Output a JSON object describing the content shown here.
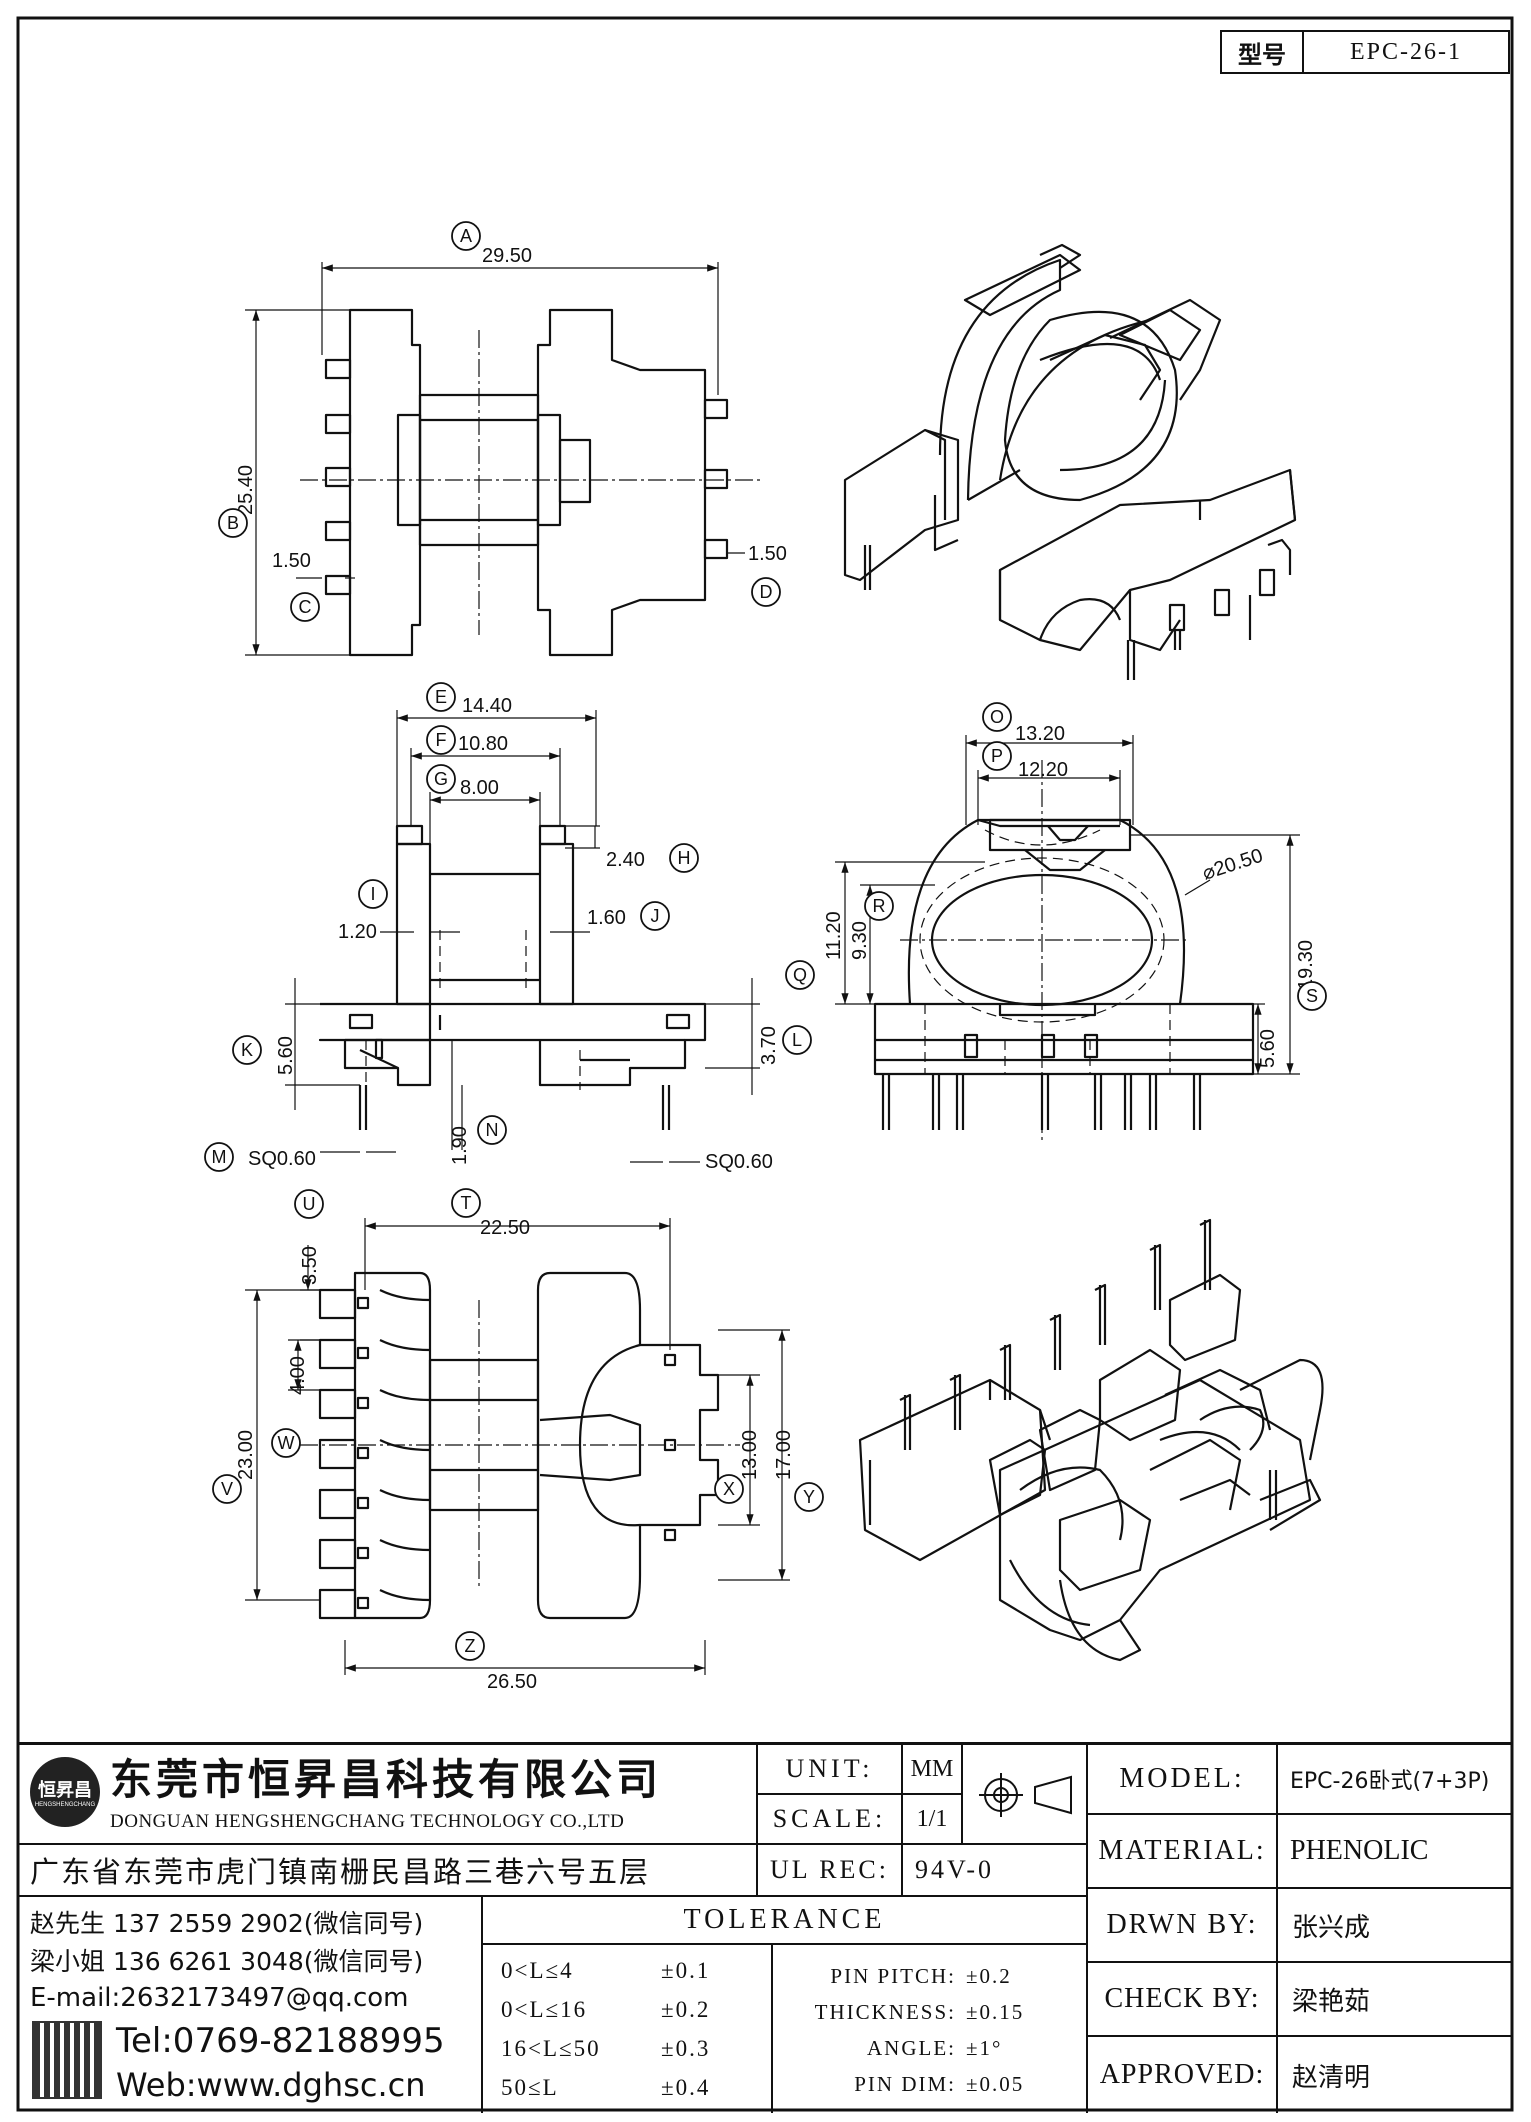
{
  "part_no_label": "型号",
  "part_no": "EPC-26-1",
  "dimensions": {
    "A": "29.50",
    "B": "25.40",
    "C": "1.50",
    "D": "1.50",
    "E": "14.40",
    "F": "10.80",
    "G": "8.00",
    "H": "2.40",
    "I": "1.20",
    "J": "1.60",
    "K": "5.60",
    "L": "3.70",
    "M": "SQ0.60",
    "N": "1.90",
    "N_R": "SQ0.60",
    "O": "13.20",
    "P": "12.20",
    "Q": "11.20",
    "Q2": "9.30",
    "R": "⌀20.50",
    "S": "19.30",
    "S2": "5.60",
    "T": "22.50",
    "U": "3.50",
    "U2": "4.00",
    "V": "23.00",
    "X": "13.00",
    "Y": "17.00",
    "Z": "26.50"
  },
  "letters": [
    "A",
    "B",
    "C",
    "D",
    "E",
    "F",
    "G",
    "H",
    "I",
    "J",
    "K",
    "L",
    "M",
    "N",
    "O",
    "P",
    "Q",
    "R",
    "S",
    "T",
    "U",
    "V",
    "W",
    "X",
    "Y",
    "Z"
  ],
  "company": {
    "name_cn": "东莞市恒昇昌科技有限公司",
    "name_en": "DONGUAN HENGSHENGCHANG TECHNOLOGY CO.,LTD",
    "address": "广东省东莞市虎门镇南栅民昌路三巷六号五层",
    "logo_text": "恒昇昌",
    "logo_sub": "HENGSHENGCHANG",
    "contact1": "赵先生 137 2559 2902(微信同号)",
    "contact2": "梁小姐 136 6261 3048(微信同号)",
    "email": "E-mail:2632173497@qq.com",
    "tel": "Tel:0769-82188995",
    "web": "Web:www.dghsc.cn"
  },
  "titleblock": {
    "unit_label": "UNIT:",
    "unit": "MM",
    "scale_label": "SCALE:",
    "scale": "1/1",
    "ulrec_label": "UL REC:",
    "ulrec": "94V-0",
    "tolerance_title": "TOLERANCE",
    "tolerances": [
      {
        "range": "0<L≤4",
        "value": "±0.1"
      },
      {
        "range": "0<L≤16",
        "value": "±0.2"
      },
      {
        "range": "16<L≤50",
        "value": "±0.3"
      },
      {
        "range": "50≤L",
        "value": "±0.4"
      }
    ],
    "specs": [
      {
        "label": "PIN PITCH:",
        "value": "±0.2"
      },
      {
        "label": "THICKNESS:",
        "value": "±0.15"
      },
      {
        "label": "ANGLE:",
        "value": "±1°"
      },
      {
        "label": "PIN DIM:",
        "value": "±0.05"
      }
    ],
    "model_label": "MODEL:",
    "model": "EPC-26卧式(7+3P)",
    "material_label": "MATERIAL:",
    "material": "PHENOLIC",
    "drwn_label": "DRWN BY:",
    "drwn": "张兴成",
    "check_label": "CHECK BY:",
    "check": "梁艳茹",
    "approved_label": "APPROVED:",
    "approved": "赵清明"
  }
}
